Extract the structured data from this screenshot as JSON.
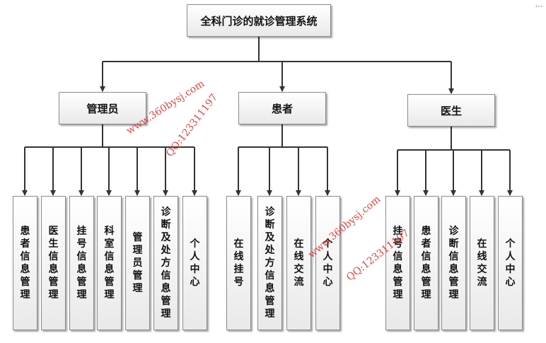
{
  "title": "全科门诊的就诊管理系统",
  "groups": [
    {
      "label": "管理员",
      "children": [
        "患者信息管理",
        "医生信息管理",
        "挂号信息管理",
        "科室信息管理",
        "管理员管理",
        "诊断及处方信息管理",
        "个人中心"
      ]
    },
    {
      "label": "患者",
      "children": [
        "在线挂号",
        "诊断及处方信息管理",
        "在线交流",
        "个人中心"
      ]
    },
    {
      "label": "医生",
      "children": [
        "挂号信息管理",
        "患者信息管理",
        "诊断信息管理",
        "在线交流",
        "个人中心"
      ]
    }
  ],
  "watermarks": [
    "www.360bysj.com",
    "QQ:123311197",
    "www.360bysj.com",
    "QQ:123311197"
  ],
  "colors": {
    "line": "#333333",
    "border": "#8a8a8a",
    "watermark": "#e03030"
  },
  "corner_mark": "···"
}
